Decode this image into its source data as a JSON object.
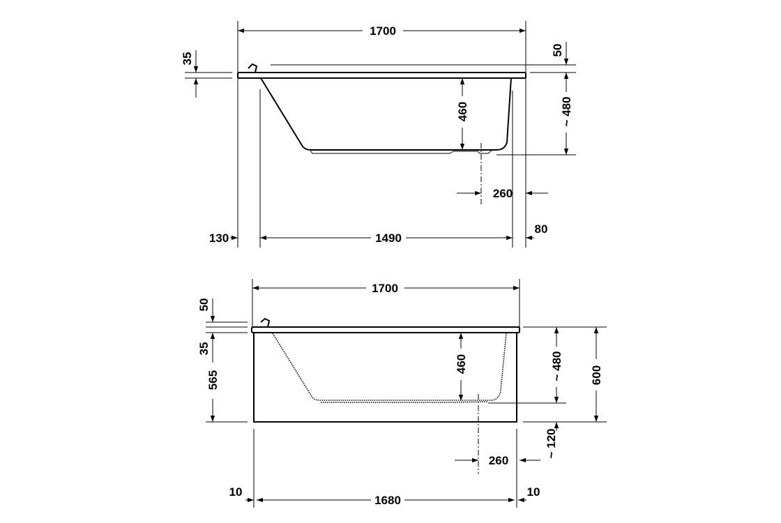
{
  "top_view": {
    "overall_length": "1700",
    "rim_thickness": "35",
    "rim_height": "50",
    "height": "~ 480",
    "inner_depth": "460",
    "drain_offset": "260",
    "left_offset": "130",
    "base_length": "1490",
    "right_offset": "80"
  },
  "front_view": {
    "overall_length": "1700",
    "rim_height": "50",
    "rim_thickness": "35",
    "apron_height": "565",
    "inner_depth": "460",
    "height": "~ 480",
    "total_height": "600",
    "foot_clearance": "~ 120",
    "drain_offset": "260",
    "left_offset": "10",
    "apron_length": "1680",
    "right_offset": "10"
  }
}
